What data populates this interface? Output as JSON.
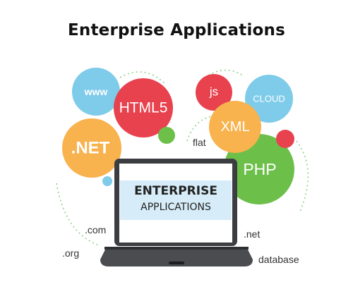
{
  "title": "Enterprise Applications",
  "bubbles": {
    "www": "www",
    "html5": "HTML5",
    "net": ".NET",
    "js": "js",
    "cloud": "CLOUD",
    "xml": "XML",
    "php": "PHP"
  },
  "tags": {
    "flat": "flat",
    "com": ".com",
    "org": ".org",
    "net": ".net",
    "database": "database"
  },
  "screen": {
    "line1": "ENTERPRISE",
    "line2": "APPLICATIONS"
  },
  "colors": {
    "sky_blue": "#7ecbea",
    "red": "#e8424f",
    "orange": "#f8b24e",
    "green": "#6cc04a",
    "laptop_dark": "#3b3d41",
    "screen_panel": "#d6ecf8"
  }
}
